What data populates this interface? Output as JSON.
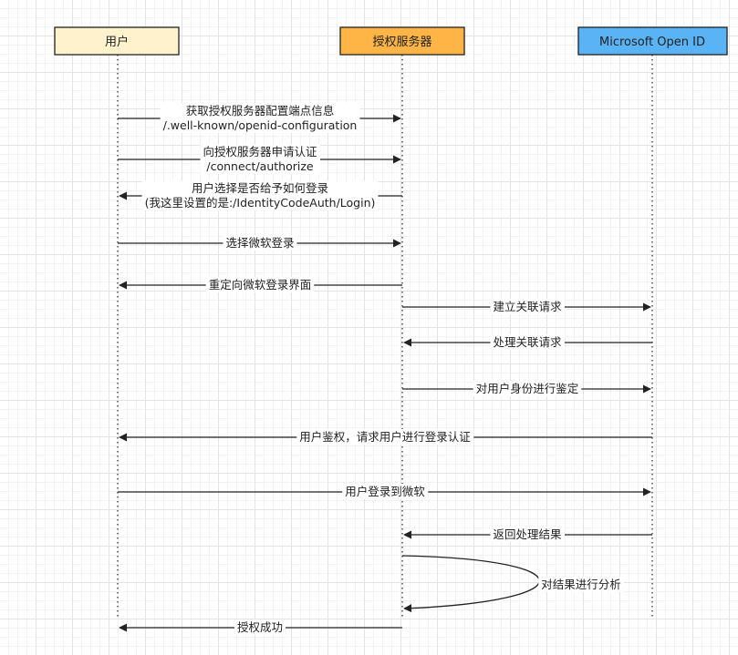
{
  "actors": [
    {
      "id": "user",
      "label": "用户",
      "fill": "#fff2cc",
      "stroke": "#222222"
    },
    {
      "id": "auth",
      "label": "授权服务器",
      "fill": "#ffb545",
      "stroke": "#222222"
    },
    {
      "id": "ms",
      "label": "Microsoft Open ID",
      "fill": "#5ab3f5",
      "stroke": "#222222"
    }
  ],
  "messages": [
    {
      "from": "user",
      "to": "auth",
      "lines": [
        "获取授权服务器配置端点信息",
        "/.well-known/openid-configuration"
      ]
    },
    {
      "from": "user",
      "to": "auth",
      "lines": [
        "向授权服务器申请认证",
        "/connect/authorize"
      ]
    },
    {
      "from": "auth",
      "to": "user",
      "lines": [
        "用户选择是否给予如何登录",
        "(我这里设置的是:/IdentityCodeAuth/Login)"
      ]
    },
    {
      "from": "user",
      "to": "auth",
      "lines": [
        "选择微软登录"
      ]
    },
    {
      "from": "auth",
      "to": "user",
      "lines": [
        "重定向微软登录界面"
      ]
    },
    {
      "from": "auth",
      "to": "ms",
      "lines": [
        "建立关联请求"
      ]
    },
    {
      "from": "ms",
      "to": "auth",
      "lines": [
        "处理关联请求"
      ]
    },
    {
      "from": "auth",
      "to": "ms",
      "lines": [
        "对用户身份进行鉴定"
      ]
    },
    {
      "from": "ms",
      "to": "user",
      "lines": [
        "用户鉴权，请求用户进行登录认证"
      ]
    },
    {
      "from": "user",
      "to": "ms",
      "lines": [
        "用户登录到微软"
      ]
    },
    {
      "from": "ms",
      "to": "auth",
      "lines": [
        "返回处理结果"
      ]
    },
    {
      "from": "auth",
      "to": "auth",
      "self": true,
      "lines": [
        "对结果进行分析"
      ]
    },
    {
      "from": "auth",
      "to": "user",
      "lines": [
        "授权成功"
      ]
    }
  ]
}
